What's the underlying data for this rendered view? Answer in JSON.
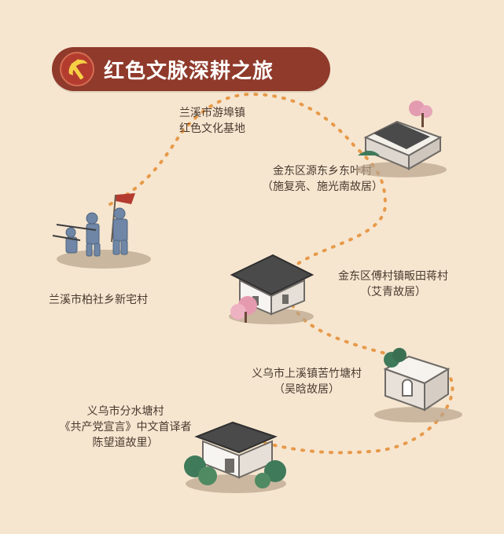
{
  "banner": {
    "title": "红色文脉深耕之旅",
    "emblem_icon": "hammer-and-sickle-icon",
    "color": "#8f3a2b"
  },
  "route": {
    "path_color": "#e79a4a",
    "stops": [
      {
        "name": "兰溪市游埠镇",
        "subtitle": "红色文化基地"
      },
      {
        "name": "金东区源东乡东叶村",
        "subtitle": "（施复亮、施光南故居）"
      },
      {
        "name": "兰溪市柏社乡新宅村",
        "subtitle": ""
      },
      {
        "name": "金东区傅村镇畈田蒋村",
        "subtitle": "（艾青故居）"
      },
      {
        "name": "义乌市上溪镇苦竹塘村",
        "subtitle": "（吴晗故居）"
      },
      {
        "name": "义乌市分水塘村",
        "subtitle": "《共产党宣言》中文首译者",
        "subtitle2": "陈望道故里）"
      }
    ]
  },
  "illustrations": {
    "soldiers": "soldiers-with-flag-illustration",
    "house_top_right": "traditional-courtyard-house-illustration",
    "house_middle": "white-wall-house-with-blossom-tree-illustration",
    "house_right_lower": "gate-house-illustration",
    "house_bottom": "ancestral-residence-with-trees-illustration"
  }
}
